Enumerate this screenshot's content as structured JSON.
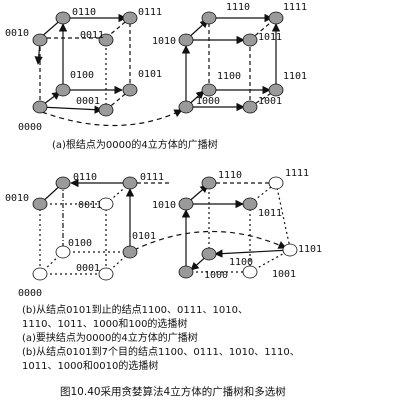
{
  "diagram_a": {
    "caption": "(a)根结点为0000的4立方体的广播树",
    "labels": {
      "l0010": "0010",
      "l0110": "0110",
      "l0111": "0111",
      "l0011": "0011",
      "l0100": "0100",
      "l0101": "0101",
      "l0001": "0001",
      "l0000": "0000",
      "l1110": "1110",
      "l1111": "1111",
      "l1010": "1010",
      "l1011": "1011",
      "l1100": "1100",
      "l1101": "1101",
      "l1000": "1000",
      "l1001": "1001"
    }
  },
  "diagram_b": {
    "labels": {
      "l0010": "0010",
      "l0110": "0110",
      "l0111": "0111",
      "l0011": "0011",
      "l0100": "0100",
      "l0101": "0101",
      "l0001": "0001",
      "l0000": "0000",
      "l1110": "1110",
      "l1111": "1111",
      "l1010": "1010",
      "l1011": "1011",
      "l1100": "1100",
      "l1101": "1101",
      "l1000": "1000",
      "l1001": "1001"
    }
  },
  "captions": {
    "b1_line1": "(b)从结点0101到止的结点1100、0111、1010、",
    "b1_line2": "1110、1011、1000和100的选播树",
    "a_repeat": "(a)要挟结点为0000的4立方体的广播树",
    "b2_line1": "(b)从结点0101到7个目的结点1100、0111、1010、1110、",
    "b2_line2": "1011、1000和0010的选播树",
    "figure": "图10.40采用贪婪算法4立方体的广播树和多选树"
  },
  "colors": {
    "node_fill": "#9a9a9a",
    "node_empty": "#ffffff",
    "line": "#111111"
  }
}
